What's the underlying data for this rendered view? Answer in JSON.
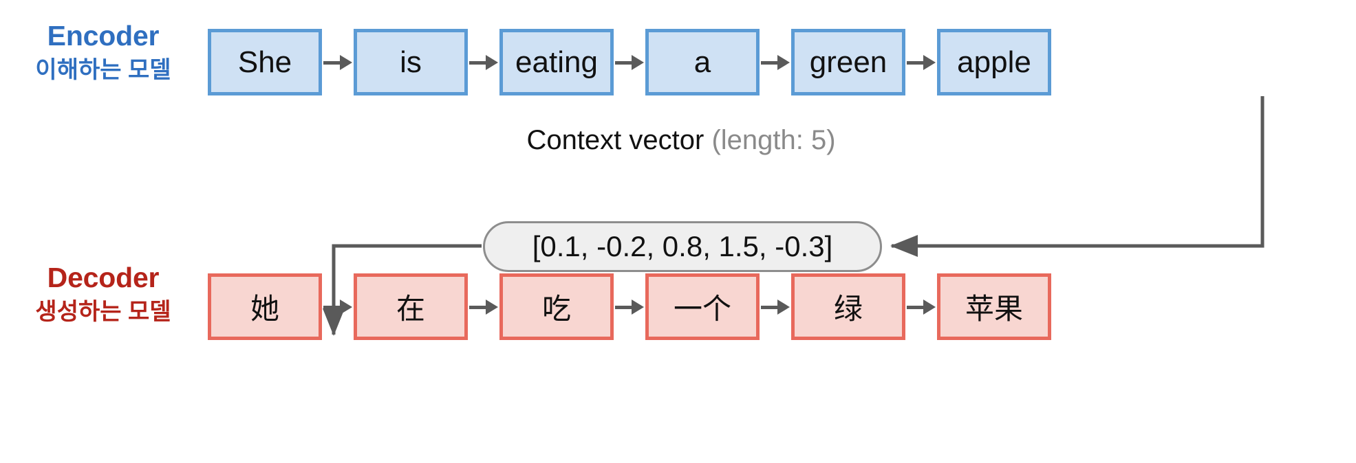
{
  "encoder": {
    "title": "Encoder",
    "subtitle": "이해하는 모델",
    "color": "#2f6fc0",
    "box_fill": "#cfe1f4",
    "box_border": "#5b9bd5",
    "tokens": [
      "She",
      "is",
      "eating",
      "a",
      "green",
      "apple"
    ]
  },
  "decoder": {
    "title": "Decoder",
    "subtitle": "생성하는 모델",
    "color": "#b5241a",
    "box_fill": "#f8d6d1",
    "box_border": "#e8695c",
    "tokens": [
      "她",
      "在",
      "吃",
      "一个",
      "绿",
      "苹果"
    ]
  },
  "context": {
    "caption_main": "Context vector ",
    "caption_sub": "(length: 5)",
    "caption_sub_color": "#8a8a8a",
    "value_text": "[0.1, -0.2, 0.8, 1.5, -0.3]",
    "values": [
      0.1,
      -0.2,
      0.8,
      1.5,
      -0.3
    ],
    "length": 5,
    "pill_fill": "#efefef",
    "pill_border": "#8d8d8d"
  },
  "arrows": {
    "color": "#5a5a5a",
    "encoder_to_context": "apple-box down then left into context vector",
    "context_to_decoder": "context vector left then down into first decoder box"
  }
}
